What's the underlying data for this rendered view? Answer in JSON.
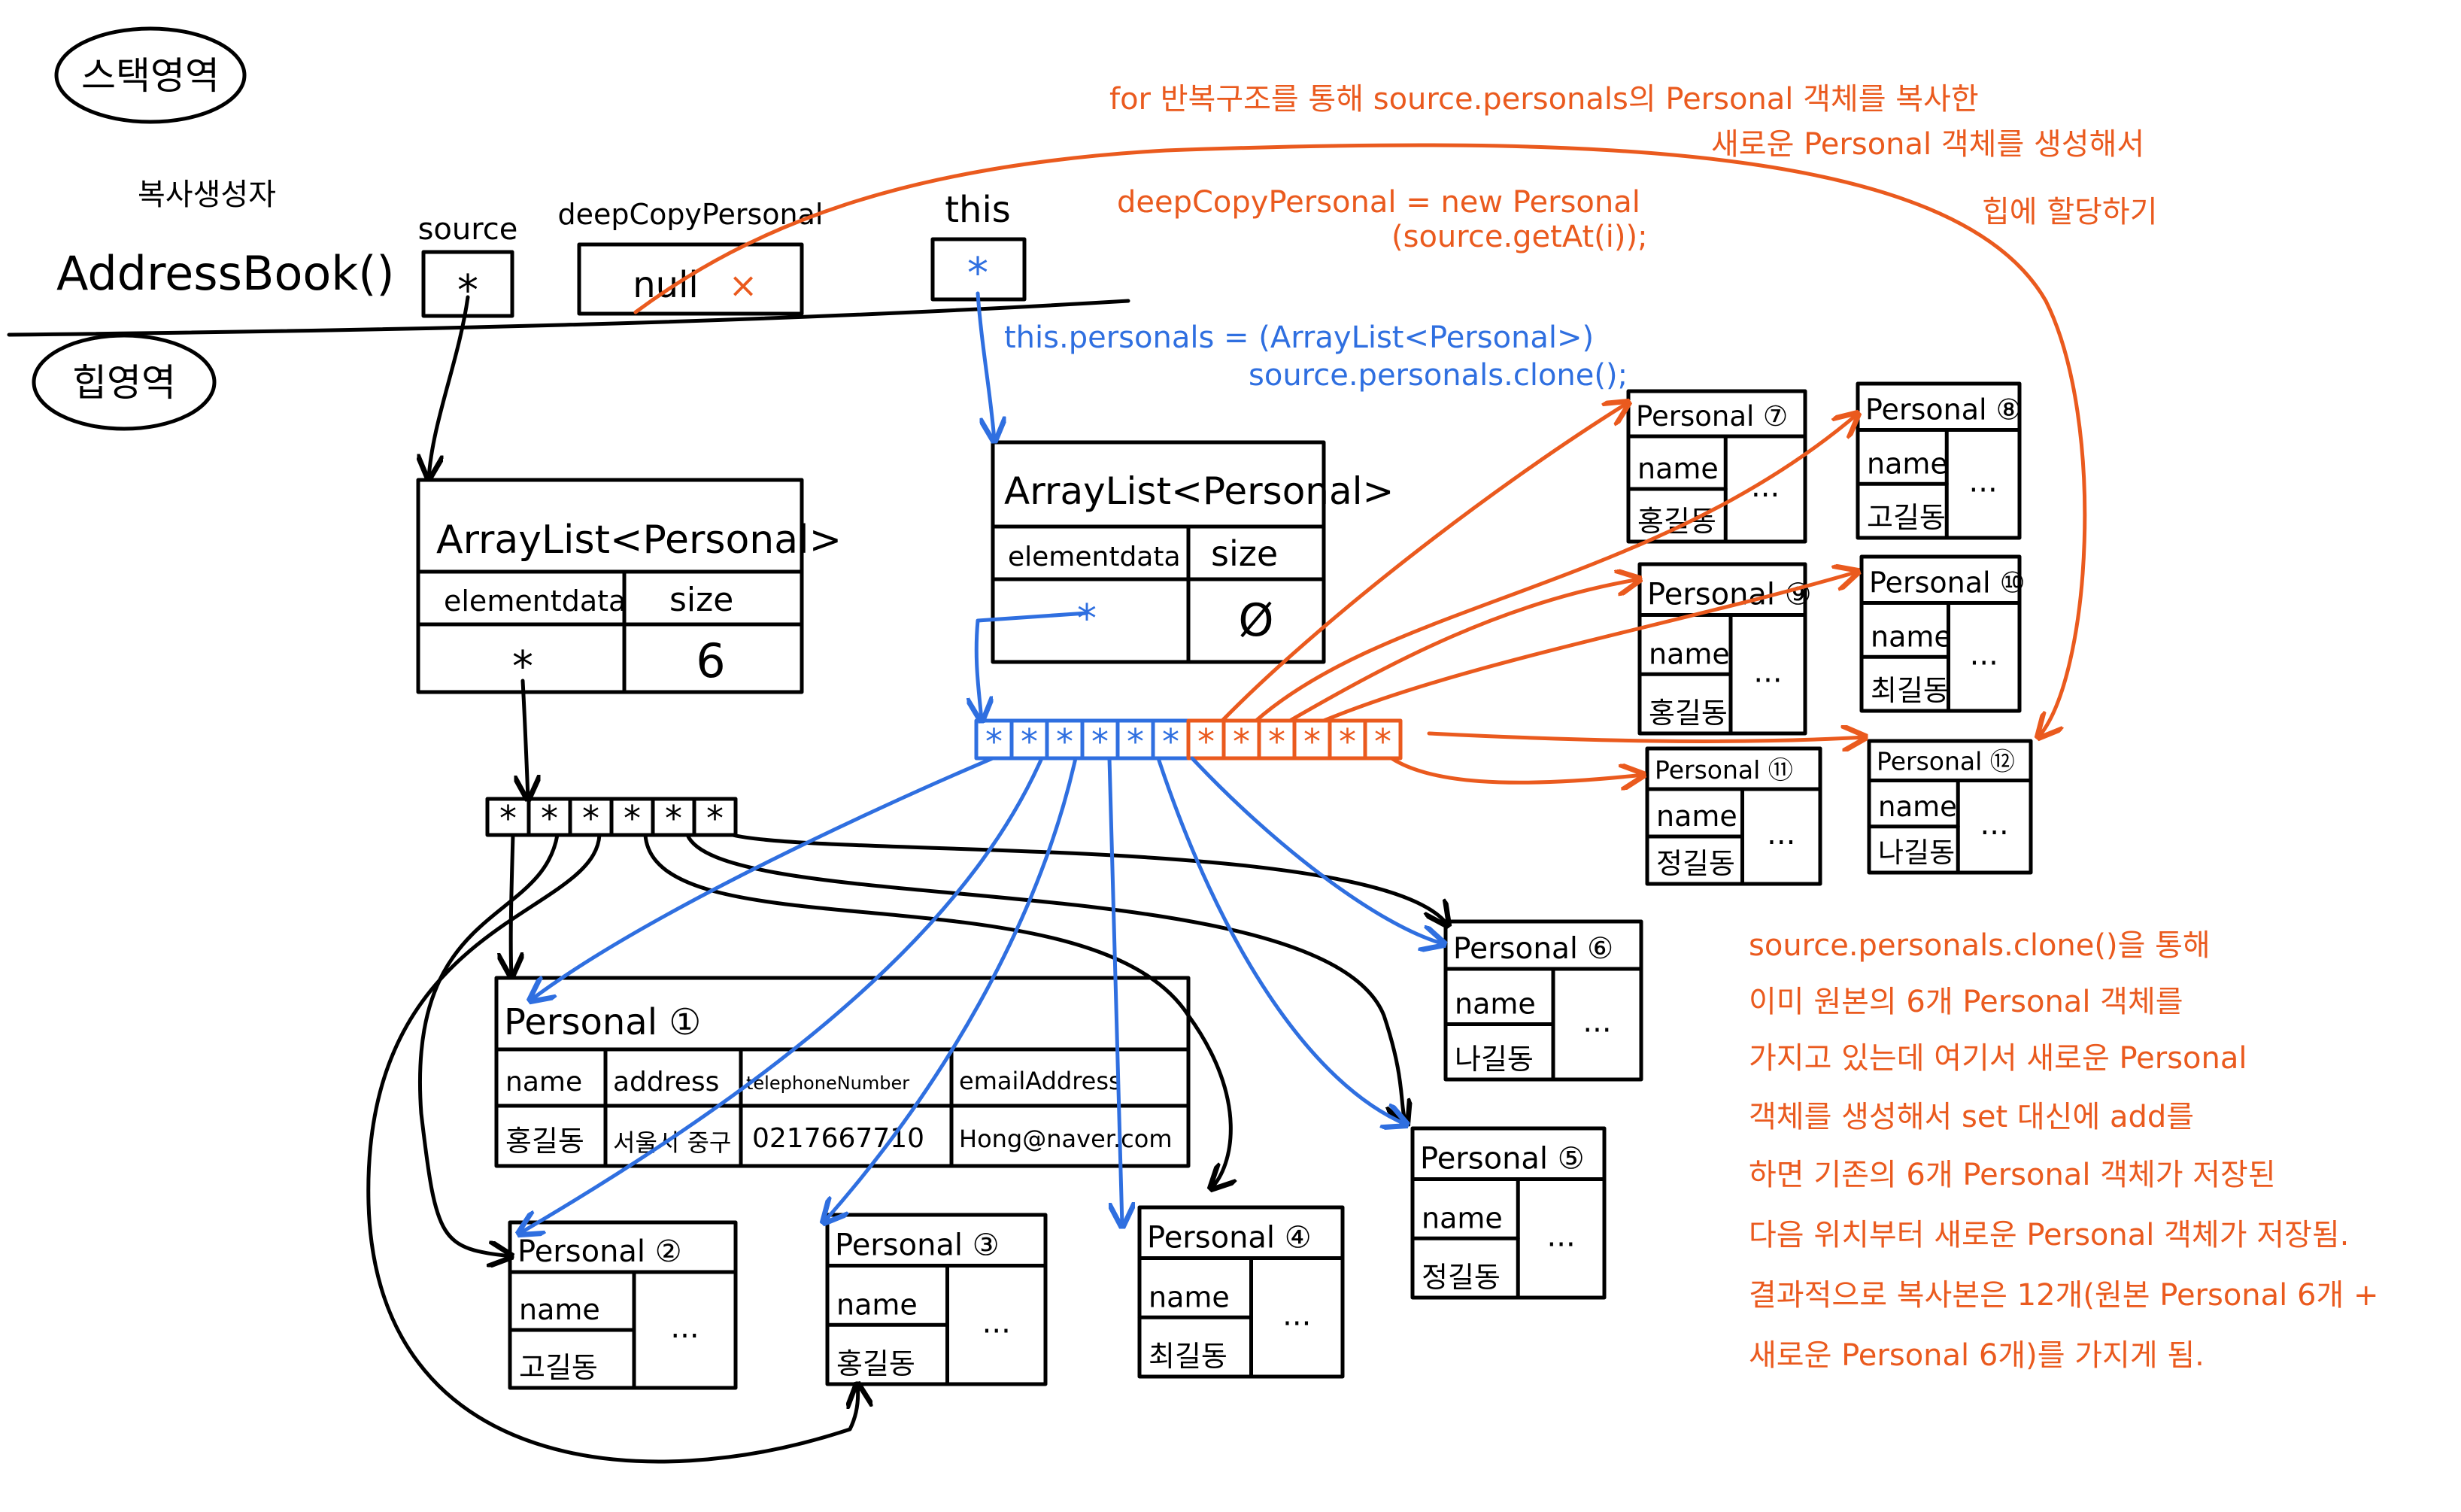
{
  "stack": {
    "region_label": "스택영역",
    "constructor_note": "복사생성자",
    "constructor_name": "AddressBook()",
    "vars": [
      {
        "name": "source",
        "value": "*"
      },
      {
        "name": "deepCopyPersonal",
        "value": "null"
      },
      {
        "name": "this",
        "value": "*"
      }
    ]
  },
  "heap": {
    "region_label": "힙영역"
  },
  "source_list": {
    "title": "ArrayList<Personal>",
    "col1": "elementdata",
    "col2": "size",
    "val1": "*",
    "val2": "6"
  },
  "clone_list": {
    "title": "ArrayList<Personal>",
    "col1": "elementdata",
    "col2": "size",
    "val1": "*",
    "val2": "Ø"
  },
  "source_array": {
    "cells": [
      "*",
      "*",
      "*",
      "*",
      "*",
      "*"
    ]
  },
  "clone_array": {
    "cells": [
      "*",
      "*",
      "*",
      "*",
      "*",
      "*",
      "*",
      "*",
      "*",
      "*",
      "*",
      "*"
    ]
  },
  "personal1": {
    "title": "Personal ①",
    "headers": [
      "name",
      "address",
      "telephoneNumber",
      "emailAddress"
    ],
    "values": [
      "홍길동",
      "서울시 중구",
      "0217667710",
      "Hong@naver.com"
    ]
  },
  "originals": [
    {
      "title": "Personal ②",
      "field": "name",
      "value": "고길동",
      "more": "..."
    },
    {
      "title": "Personal ③",
      "field": "name",
      "value": "홍길동",
      "more": "..."
    },
    {
      "title": "Personal ④",
      "field": "name",
      "value": "최길동",
      "more": "..."
    },
    {
      "title": "Personal ⑤",
      "field": "name",
      "value": "정길동",
      "more": "..."
    },
    {
      "title": "Personal ⑥",
      "field": "name",
      "value": "나길동",
      "more": "..."
    }
  ],
  "copies": [
    {
      "title": "Personal ⑦",
      "field": "name",
      "value": "홍길동",
      "more": "..."
    },
    {
      "title": "Personal ⑧",
      "field": "name",
      "value": "고길동",
      "more": "..."
    },
    {
      "title": "Personal ⑨",
      "field": "name",
      "value": "홍길동",
      "more": "..."
    },
    {
      "title": "Personal ⑩",
      "field": "name",
      "value": "최길동",
      "more": "..."
    },
    {
      "title": "Personal ⑪",
      "field": "name",
      "value": "정길동",
      "more": "..."
    },
    {
      "title": "Personal ⑫",
      "field": "name",
      "value": "나길동",
      "more": "..."
    }
  ],
  "code_clone": [
    "this.personals = (ArrayList<Personal>)",
    "source.personals.clone();"
  ],
  "note_top": [
    "for 반복구조를 통해 source.personals의 Personal 객체를 복사한",
    "새로운 Personal 객체를 생성해서",
    "힙에 할당하기"
  ],
  "code_new": [
    "deepCopyPersonal = new Personal",
    "(source.getAt(i));"
  ],
  "note_bottom": [
    "source.personals.clone()을 통해",
    "이미 원본의 6개 Personal 객체를",
    "가지고 있는데 여기서 새로운 Personal",
    "객체를 생성해서 set 대신에 add를",
    "하면 기존의 6개 Personal 객체가 저장된",
    "다음 위치부터 새로운 Personal 객체가 저장됨.",
    "결과적으로 복사본은 12개(원본 Personal 6개 +",
    "새로운 Personal 6개)를 가지게 됨."
  ],
  "colors": {
    "ink": "#000000",
    "blue": "#2f6fe0",
    "orange": "#ea5a1e"
  }
}
